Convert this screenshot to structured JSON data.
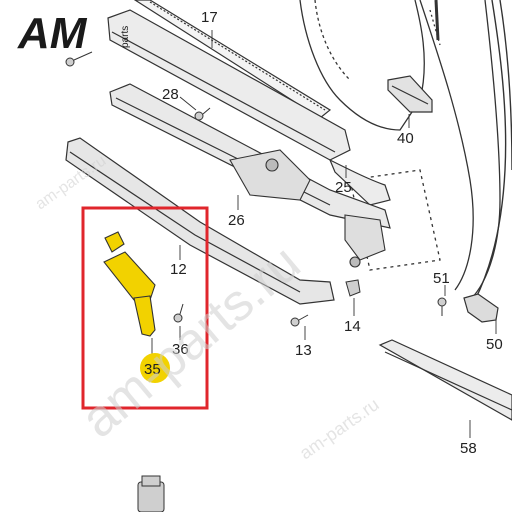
{
  "logo": {
    "brand": "AM",
    "suffix": "parts"
  },
  "watermark": {
    "text": "am-parts.ru"
  },
  "highlight_color": "#e0262c",
  "badge_color": "#f2d200",
  "callouts": [
    {
      "id": "17",
      "label": "17"
    },
    {
      "id": "28",
      "label": "28"
    },
    {
      "id": "40",
      "label": "40"
    },
    {
      "id": "25",
      "label": "25"
    },
    {
      "id": "26",
      "label": "26"
    },
    {
      "id": "12",
      "label": "12"
    },
    {
      "id": "51",
      "label": "51"
    },
    {
      "id": "14",
      "label": "14"
    },
    {
      "id": "36",
      "label": "36"
    },
    {
      "id": "13",
      "label": "13"
    },
    {
      "id": "50",
      "label": "50"
    },
    {
      "id": "35",
      "label": "35"
    },
    {
      "id": "58",
      "label": "58"
    }
  ]
}
